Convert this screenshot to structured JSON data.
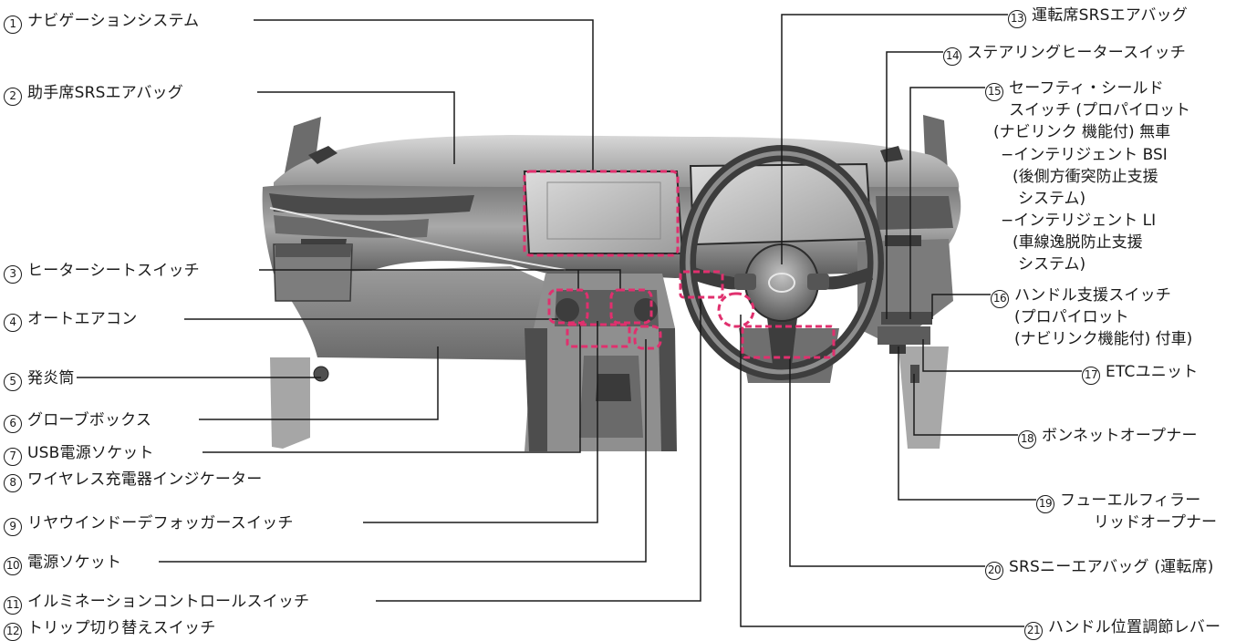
{
  "labels": {
    "l1": {
      "num": "1",
      "text": "ナビゲーションシステム"
    },
    "l2": {
      "num": "2",
      "text": "助手席SRSエアバッグ"
    },
    "l3": {
      "num": "3",
      "text": "ヒーターシートスイッチ"
    },
    "l4": {
      "num": "4",
      "text": "オートエアコン"
    },
    "l5": {
      "num": "5",
      "text": "発炎筒"
    },
    "l6": {
      "num": "6",
      "text": "グローブボックス"
    },
    "l7": {
      "num": "7",
      "text": "USB電源ソケット"
    },
    "l8": {
      "num": "8",
      "text": "ワイヤレス充電器インジケーター"
    },
    "l9": {
      "num": "9",
      "text": "リヤウインドーデフォッガースイッチ"
    },
    "l10": {
      "num": "10",
      "text": "電源ソケット"
    },
    "l11": {
      "num": "11",
      "text": "イルミネーションコントロールスイッチ"
    },
    "l12": {
      "num": "12",
      "text": "トリップ切り替えスイッチ"
    },
    "l13": {
      "num": "13",
      "text": "運転席SRSエアバッグ"
    },
    "l14": {
      "num": "14",
      "text": "ステアリングヒータースイッチ"
    },
    "l15": {
      "num": "15",
      "text": "セーフティ・シールド",
      "lines": [
        "スイッチ (プロパイロット",
        "(ナビリンク 機能付) 無車",
        "−インテリジェント BSI",
        "(後側方衝突防止支援",
        "システム)",
        "−インテリジェント LI",
        "(車線逸脱防止支援",
        "システム)"
      ]
    },
    "l16": {
      "num": "16",
      "text": "ハンドル支援スイッチ",
      "lines": [
        "(プロパイロット",
        "(ナビリンク機能付) 付車)"
      ]
    },
    "l17": {
      "num": "17",
      "text": "ETCユニット"
    },
    "l18": {
      "num": "18",
      "text": "ボンネットオープナー"
    },
    "l19": {
      "num": "19",
      "text": "フューエルフィラー",
      "lines": [
        "リッドオープナー"
      ]
    },
    "l20": {
      "num": "20",
      "text": "SRSニーエアバッグ (運転席)"
    },
    "l21": {
      "num": "21",
      "text": "ハンドル位置調節レバー"
    }
  },
  "colors": {
    "highlight": "#e0306e",
    "line": "#1a1a1a",
    "dash_dark": "#2b2b2b",
    "dash_mid": "#8a8a8a",
    "dash_light": "#cfcfcf"
  }
}
